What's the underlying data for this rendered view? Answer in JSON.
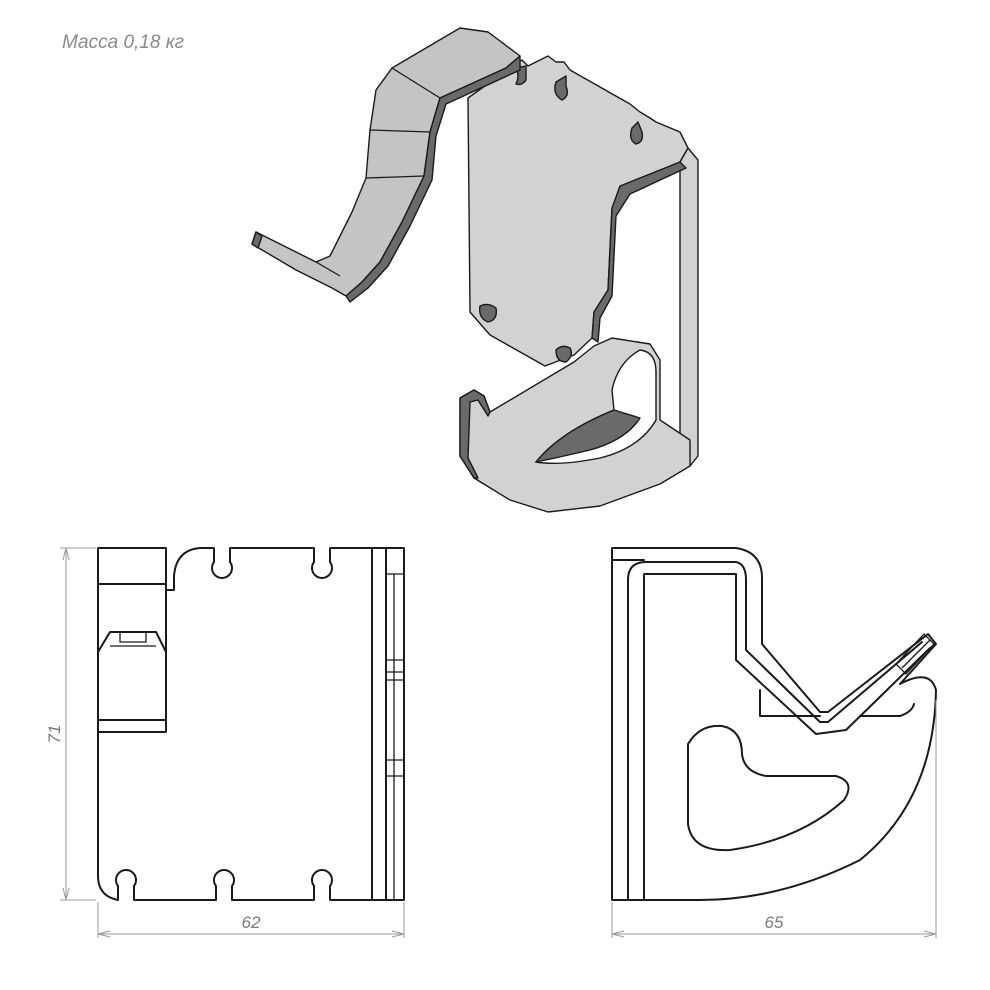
{
  "mass_label": "Масса 0,18 кг",
  "dimensions": {
    "front_height": "71",
    "front_width": "62",
    "side_width": "65"
  }
}
